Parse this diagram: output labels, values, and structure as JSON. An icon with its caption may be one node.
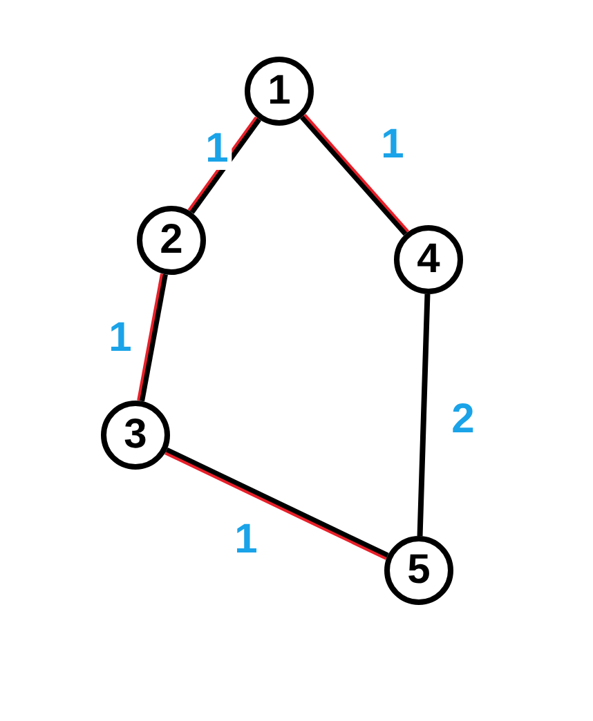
{
  "diagram": {
    "nodes": [
      {
        "text": [
          "1"
        ]
      },
      {
        "text": [
          "2"
        ]
      },
      {
        "text": [
          "3"
        ]
      },
      {
        "text": [
          "4"
        ]
      },
      {
        "text": [
          "5"
        ]
      }
    ],
    "edges": [
      {
        "from": 0,
        "to": 1,
        "arrow": "none",
        "label": "1"
      },
      {
        "from": 1,
        "to": 2,
        "arrow": "none",
        "label": "1"
      },
      {
        "from": 2,
        "to": 4,
        "arrow": "none",
        "label": "1"
      },
      {
        "from": 0,
        "to": 3,
        "arrow": "none",
        "label": "1"
      },
      {
        "from": 3,
        "to": 4,
        "arrow": "none",
        "label": "2"
      },
      {
        "from": 3,
        "to": 0,
        "arrow": "none",
        "color": "#e8202a"
      },
      {
        "from": 0,
        "to": 1,
        "arrow": "none",
        "color": "#e8202a"
      },
      {
        "from": 1,
        "to": 2,
        "arrow": "none",
        "color": "#e8202a"
      },
      {
        "from": 2,
        "to": 4,
        "arrow": "none",
        "color": "#e8202a"
      }
    ]
  }
}
